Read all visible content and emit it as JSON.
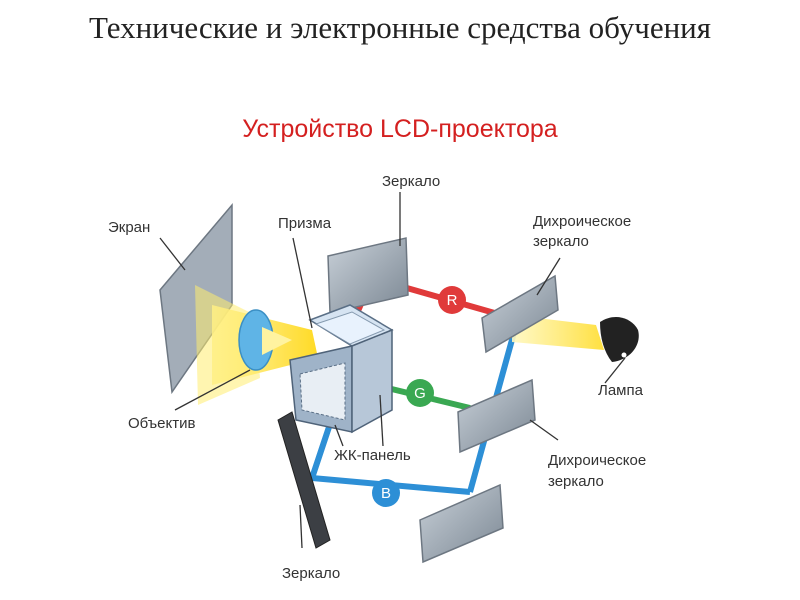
{
  "title": "Технические и электронные средства обучения",
  "subtitle": "Устройство LCD-проектора",
  "labels": {
    "screen": "Экран",
    "prism": "Призма",
    "mirror_top": "Зеркало",
    "dichroic_top_1": "Дихроическое",
    "dichroic_top_2": "зеркало",
    "lens": "Объектив",
    "lamp": "Лампа",
    "lcd_panel": "ЖК-панель",
    "dichroic_bottom_1": "Дихроическое",
    "dichroic_bottom_2": "зеркало",
    "mirror_bottom": "Зеркало"
  },
  "channels": {
    "red": "R",
    "green": "G",
    "blue": "B"
  },
  "colors": {
    "red": "#e03a3a",
    "green": "#3aa852",
    "blue": "#2d8fd6",
    "light": "#ffe14d",
    "mirror": "#8f9aa6",
    "title_red": "#d42020"
  }
}
